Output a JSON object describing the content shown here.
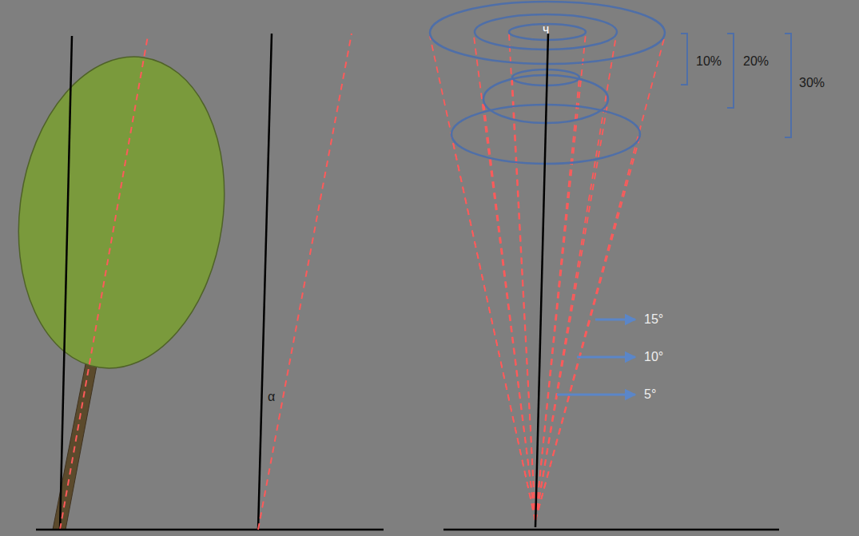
{
  "diagram": {
    "labels": [
      "α",
      "ч",
      "10%",
      "20%",
      "30%",
      "15°",
      "10°",
      "5°"
    ]
  }
}
